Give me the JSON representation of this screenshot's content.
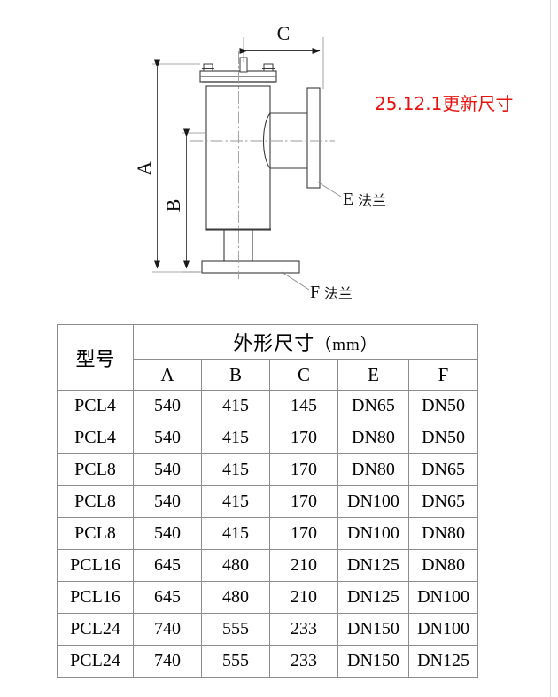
{
  "drawing": {
    "title": "valve-outline-drawing",
    "dimension_labels": {
      "a": "A",
      "b": "B",
      "c": "C"
    },
    "callouts": {
      "e_flange_letter": "E",
      "e_flange_text": "法兰",
      "f_flange_letter": "F",
      "f_flange_text": "法兰"
    }
  },
  "revision_note": {
    "text": "25.12.1更新尺寸",
    "color": "#e8120e"
  },
  "table": {
    "model_header": "型号",
    "group_header_main": "外形尺寸",
    "group_header_unit": "（mm）",
    "sub_headers": [
      "A",
      "B",
      "C",
      "E",
      "F"
    ],
    "rows": [
      {
        "model": "PCL4",
        "a": "540",
        "b": "415",
        "c": "145",
        "e": "DN65",
        "f": "DN50"
      },
      {
        "model": "PCL4",
        "a": "540",
        "b": "415",
        "c": "170",
        "e": "DN80",
        "f": "DN50"
      },
      {
        "model": "PCL8",
        "a": "540",
        "b": "415",
        "c": "170",
        "e": "DN80",
        "f": "DN65"
      },
      {
        "model": "PCL8",
        "a": "540",
        "b": "415",
        "c": "170",
        "e": "DN100",
        "f": "DN65"
      },
      {
        "model": "PCL8",
        "a": "540",
        "b": "415",
        "c": "170",
        "e": "DN100",
        "f": "DN80"
      },
      {
        "model": "PCL16",
        "a": "645",
        "b": "480",
        "c": "210",
        "e": "DN125",
        "f": "DN80"
      },
      {
        "model": "PCL16",
        "a": "645",
        "b": "480",
        "c": "210",
        "e": "DN125",
        "f": "DN100"
      },
      {
        "model": "PCL24",
        "a": "740",
        "b": "555",
        "c": "233",
        "e": "DN150",
        "f": "DN100"
      },
      {
        "model": "PCL24",
        "a": "740",
        "b": "555",
        "c": "233",
        "e": "DN150",
        "f": "DN125"
      }
    ]
  }
}
